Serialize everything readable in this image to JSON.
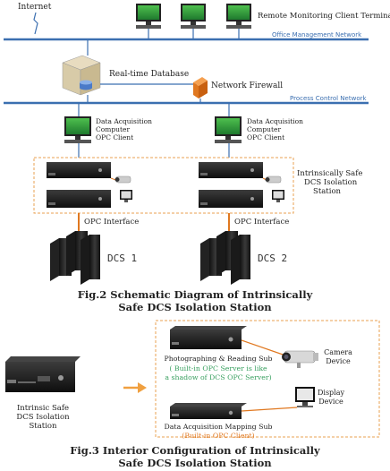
{
  "labels": {
    "internet": "Internet",
    "remote_terminal": "Remote Monitoring Client Terminal",
    "office_network": "Office Management Network",
    "realtime_db": "Real-time Database",
    "firewall": "Network Firewall",
    "process_network": "Process Control Network",
    "daq_computer_lines": [
      "Data Acquisition",
      "Computer",
      "OPC Client"
    ],
    "isolation_station_lines": [
      "Intrinsically Safe",
      "DCS Isolation",
      "Station"
    ],
    "opc_interface": "OPC Interface",
    "dcs1": "DCS 1",
    "dcs2": "DCS 2",
    "fig2_lines": [
      "Fig.2 Schematic Diagram of Intrinsically",
      "Safe DCS Isolation Station"
    ],
    "photo_sub": "Photographing & Reading Sub",
    "photo_note_lines": [
      "( Built-in OPC Server is like",
      "a shadow of  DCS OPC Server)"
    ],
    "camera_device_lines": [
      "Camera",
      "Device"
    ],
    "display_device_lines": [
      "Display",
      "Device"
    ],
    "intrinsic_station_lines": [
      "Intrinsic Safe",
      "DCS Isolation",
      "Station"
    ],
    "daq_mapping_sub": "Data Acquisition Mapping Sub",
    "daq_mapping_note": "(Built-in OPC Client)",
    "fig3_lines": [
      "Fig.3 Interior Configuration of Intrinsically",
      "Safe DCS Isolation Station"
    ]
  },
  "colors": {
    "network_line": "#3b6fb0",
    "orange_line": "#e07820",
    "green_text": "#3aa060",
    "dashed_box": "#e8a050"
  }
}
